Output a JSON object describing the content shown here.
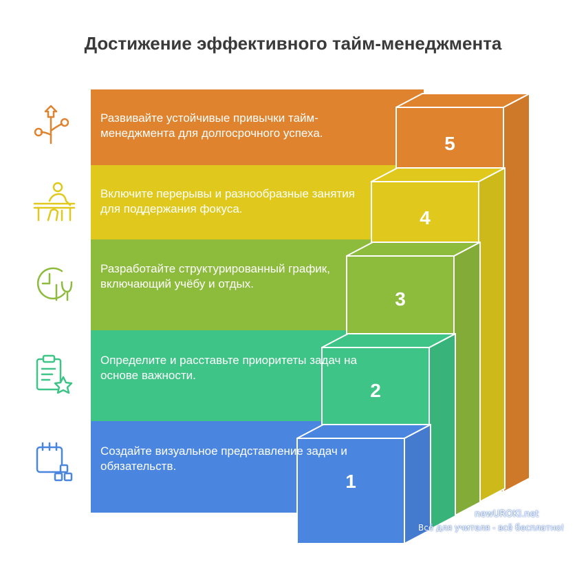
{
  "title": "Достижение эффективного тайм-менеджмента",
  "steps": [
    {
      "number": "1",
      "text": "Создайте визуальное представление задач и обязательств.",
      "color": "#4a86e0",
      "icon": "calendar-blocks-icon"
    },
    {
      "number": "2",
      "text": "Определите и расставьте приоритеты задач на основе важности.",
      "color": "#3dc486",
      "icon": "clipboard-star-icon"
    },
    {
      "number": "3",
      "text": "Разработайте структурированный график, включающий учёбу и отдых.",
      "color": "#8dbb3c",
      "icon": "clock-plant-icon"
    },
    {
      "number": "4",
      "text": "Включите перерывы и разнообразные занятия для поддержания фокуса.",
      "color": "#e0c91c",
      "icon": "person-at-desk-icon"
    },
    {
      "number": "5",
      "text": "Развивайте устойчивые привычки тайм-менеджмента для долгосрочного успеха.",
      "color": "#e0832e",
      "icon": "growth-tree-icon"
    }
  ],
  "watermark": {
    "site": "newUROKI.net",
    "slogan": "Всё для учителя - всё бесплатно!"
  }
}
